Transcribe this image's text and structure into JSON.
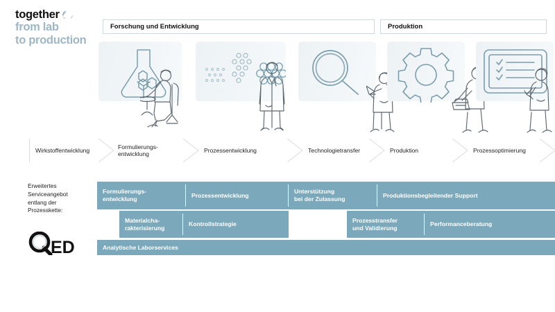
{
  "brand": {
    "line1": "together",
    "line2": "from lab",
    "line3": "to production",
    "mark_icon": "together-ellipse-mark"
  },
  "phases": [
    {
      "id": "forschung",
      "label": "Forschung und Entwicklung"
    },
    {
      "id": "produktion",
      "label": "Produktion"
    }
  ],
  "illustrations": [
    {
      "id": "flask",
      "icon": "erlenmeyer-flask-icon",
      "figure": "seated-scientist-at-desk"
    },
    {
      "id": "particles",
      "icon": "particle-cluster-icon",
      "figure": "standing-scientist-lab-coat"
    },
    {
      "id": "magnifier",
      "icon": "magnifying-glass-icon",
      "figure": "person-reading-document"
    },
    {
      "id": "gear",
      "icon": "gear-cog-icon",
      "figure": "person-operating-machine"
    },
    {
      "id": "checklist",
      "icon": "checklist-board-icon",
      "figure": "person-writing-on-board"
    }
  ],
  "process_chain": {
    "steps": [
      {
        "label": "Wirkstoffentwicklung"
      },
      {
        "label": "Formulierungs-\nentwicklung"
      },
      {
        "label": "Prozessentwicklung"
      },
      {
        "label": "Technologietransfer"
      },
      {
        "label": "Produktion"
      },
      {
        "label": "Prozessoptimierung"
      }
    ]
  },
  "services": {
    "caption": "Erweitertes\nServiceangebot\nentlang der\nProzesskette:",
    "logo": {
      "text_q": "Q",
      "text_ed": "ED",
      "icon": "qed-magnifier-logo"
    },
    "row1": [
      {
        "label": "Formulierungs-\nentwicklung"
      },
      {
        "label": "Prozessentwicklung"
      },
      {
        "label": "Unterstützung\nbei der Zulassung"
      },
      {
        "label": "Produktionsbegleitender Support"
      }
    ],
    "row2": [
      {
        "label": "Materialcha-\nrakterisierung"
      },
      {
        "label": "Kontrollstrategie"
      },
      {
        "label": "Prozesstransfer\nund Validierung"
      },
      {
        "label": "Performanceberatung"
      }
    ],
    "row3": [
      {
        "label": "Analytische Laborservices"
      }
    ]
  },
  "colors": {
    "brand_blue": "#9fb7c4",
    "bar_blue": "#7ba9bb",
    "tile_bg": "#eef3f6",
    "zone_bg": "#e9eef1",
    "line_stroke": "#6e8d9c",
    "figure_stroke": "#55616a"
  }
}
